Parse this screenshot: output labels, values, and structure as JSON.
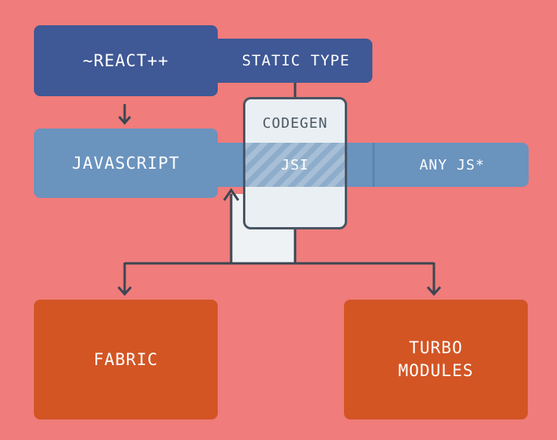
{
  "diagram": {
    "react_label": "~REACT++",
    "static_type_label": "STATIC TYPE",
    "javascript_label": "JAVASCRIPT",
    "codegen_label": "CODEGEN",
    "jsi_label": "JSI",
    "any_js_label": "ANY JS*",
    "fabric_label": "FABRIC",
    "turbo_modules_label": "TURBO\nMODULES"
  },
  "colors": {
    "background": "#f07c7b",
    "dark_blue": "#3f5896",
    "light_blue": "#6a93be",
    "orange": "#d35524",
    "codegen_fill": "#eaeff3",
    "line": "#3d4652"
  }
}
